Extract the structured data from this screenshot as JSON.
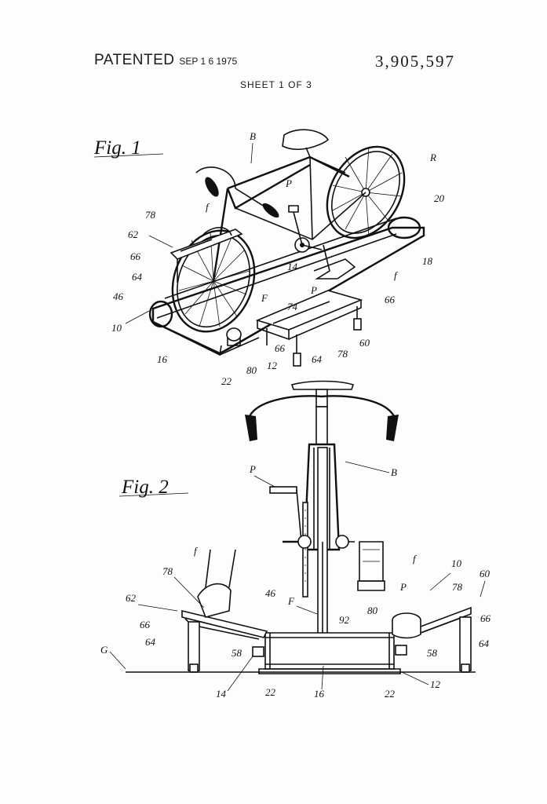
{
  "header": {
    "patented": "PATENTED",
    "date": "SEP 1 6 1975",
    "patent_number": "3,905,597",
    "sheet": "SHEET 1 OF 3"
  },
  "figures": [
    {
      "title": "Fig. 1",
      "labels": {
        "B": "B",
        "R": "R",
        "P_top": "P",
        "ref20": "20",
        "ref78a": "78",
        "f_left": "f",
        "ref62": "62",
        "ref66a": "66",
        "ref14": "14",
        "ref18": "18",
        "ref64a": "64",
        "ref46": "46",
        "F": "F",
        "f_right": "f",
        "P_right": "P",
        "ref74": "74",
        "ref66b": "66",
        "ref10": "10",
        "ref16": "16",
        "ref60": "60",
        "ref66c": "66",
        "ref78b": "78",
        "ref12": "12",
        "ref80": "80",
        "ref64b": "64",
        "ref22": "22"
      }
    },
    {
      "title": "Fig. 2",
      "labels": {
        "P_upper": "P",
        "B": "B",
        "f_left": "f",
        "ref78a": "78",
        "ref10": "10",
        "ref60": "60",
        "f_right": "f",
        "ref46": "46",
        "P_lower": "P",
        "ref62": "62",
        "ref78b": "78",
        "F": "F",
        "ref80": "80",
        "ref92": "92",
        "ref66a": "66",
        "ref66b": "66",
        "ref64a": "64",
        "ref58a": "58",
        "ref58b": "58",
        "ref64b": "64",
        "G": "G",
        "ref14": "14",
        "ref22a": "22",
        "ref16": "16",
        "ref22b": "22",
        "ref12": "12"
      }
    }
  ]
}
